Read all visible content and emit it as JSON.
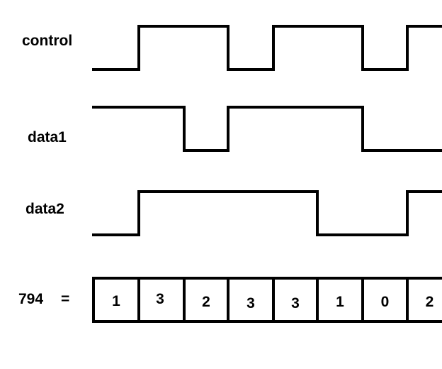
{
  "signals": [
    {
      "name": "control",
      "levels": [
        0,
        1,
        1,
        0,
        1,
        1,
        0,
        1
      ]
    },
    {
      "name": "data1",
      "levels": [
        1,
        1,
        0,
        1,
        1,
        1,
        0,
        0
      ]
    },
    {
      "name": "data2",
      "levels": [
        0,
        1,
        1,
        1,
        1,
        0,
        0,
        1
      ]
    }
  ],
  "value_row": {
    "label": "794",
    "equals": "=",
    "digits": [
      "1",
      "3",
      "2",
      "3",
      "3",
      "1",
      "0",
      "2"
    ]
  },
  "colors": {
    "line": "#000000",
    "background": "#ffffff"
  }
}
